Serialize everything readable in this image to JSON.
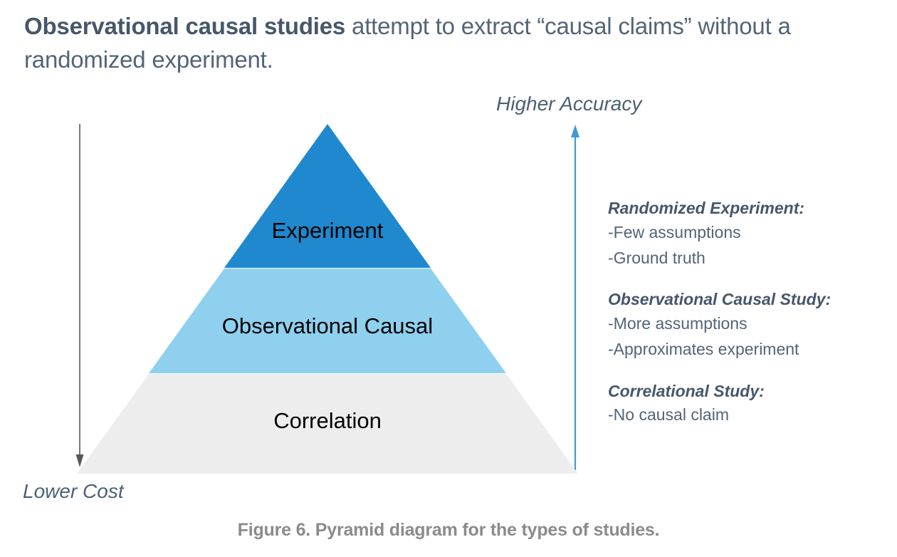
{
  "heading": {
    "bold": "Observational causal studies",
    "rest": " attempt to extract “causal claims” without a randomized experiment."
  },
  "axes": {
    "left_label": "Lower Cost",
    "right_label": "Higher Accuracy",
    "left_arrow_direction": "down",
    "right_arrow_direction": "up",
    "left_arrow_color": "#595959",
    "right_arrow_color": "#3d9bd4"
  },
  "chart_data": {
    "type": "pyramid",
    "title": "Pyramid diagram for the types of studies.",
    "levels": [
      {
        "label": "Experiment",
        "color": "#1f88ce",
        "rank": 3
      },
      {
        "label": "Observational Causal",
        "color": "#8ed0ee",
        "rank": 2
      },
      {
        "label": "Correlation",
        "color": "#ededed",
        "rank": 1
      }
    ],
    "axis_left": "Lower Cost",
    "axis_right": "Higher Accuracy",
    "orientation": "apex-up",
    "annotations": [
      {
        "title": "Randomized Experiment:",
        "items": [
          "-Few assumptions",
          "-Ground truth"
        ]
      },
      {
        "title": "Observational Causal Study:",
        "items": [
          "-More assumptions",
          "-Approximates experiment"
        ]
      },
      {
        "title": "Correlational Study:",
        "items": [
          "-No causal claim"
        ]
      }
    ]
  },
  "pyramid": {
    "tier0_label": "Experiment",
    "tier1_label": "Observational Causal",
    "tier2_label": "Correlation"
  },
  "annotations": [
    {
      "title": "Randomized Experiment:",
      "line1": "-Few assumptions",
      "line2": "-Ground truth"
    },
    {
      "title": "Observational Causal Study:",
      "line1": "-More assumptions",
      "line2": "-Approximates experiment"
    },
    {
      "title": "Correlational Study:",
      "line1": "-No causal claim",
      "line2": ""
    }
  ],
  "caption": "Figure 6. Pyramid diagram for the types of studies.",
  "colors": {
    "tier_top": "#1f88ce",
    "tier_mid": "#8ed0ee",
    "tier_bottom": "#ededed",
    "text_slate": "#4c5c6b",
    "caption_gray": "#8b8b8b",
    "accent_blue": "#3d9bd4"
  }
}
